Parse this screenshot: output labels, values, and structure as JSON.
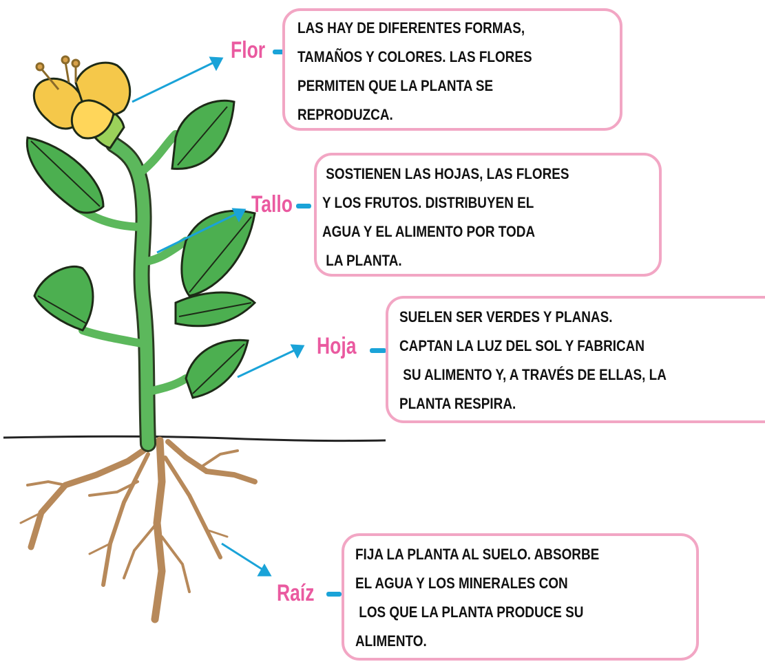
{
  "parts": [
    {
      "id": "flor",
      "label": "Flor",
      "lines": [
        "LAS HAY DE DIFERENTES FORMAS,",
        "TAMAÑOS Y COLORES. LAS FLORES",
        "PERMITEN QUE LA PLANTA SE",
        "REPRODUZCA."
      ]
    },
    {
      "id": "tallo",
      "label": "Tallo",
      "lines": [
        " SOSTIENEN LAS HOJAS, LAS FLORES",
        "Y LOS FRUTOS. DISTRIBUYEN EL",
        "AGUA Y EL ALIMENTO POR TODA",
        " LA PLANTA."
      ]
    },
    {
      "id": "hoja",
      "label": "Hoja",
      "lines": [
        "SUELEN SER VERDES Y PLANAS.",
        "CAPTAN LA LUZ DEL SOL Y FABRICAN",
        " SU ALIMENTO Y, A TRAVÉS DE ELLAS, LA",
        "PLANTA RESPIRA."
      ]
    },
    {
      "id": "raiz",
      "label": "Raíz",
      "lines": [
        "FIJA LA PLANTA AL SUELO. ABSORBE",
        "EL AGUA Y LOS MINERALES CON",
        " LOS QUE LA PLANTA PRODUCE SU",
        "ALIMENTO."
      ]
    }
  ],
  "colors": {
    "label": "#ea5aa0",
    "arrow": "#1aa3d8",
    "box_border": "#f2a6c4",
    "leaf": "#4caf50",
    "stem": "#5cb85c",
    "flower": "#f5c84a",
    "root": "#b7895a"
  }
}
